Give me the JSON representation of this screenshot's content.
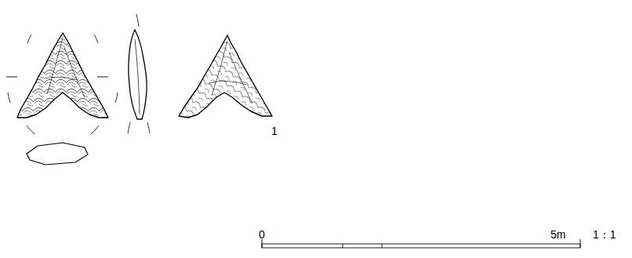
{
  "diagram": {
    "labels": [
      "1",
      "0",
      "5m",
      "1：1"
    ]
  }
}
